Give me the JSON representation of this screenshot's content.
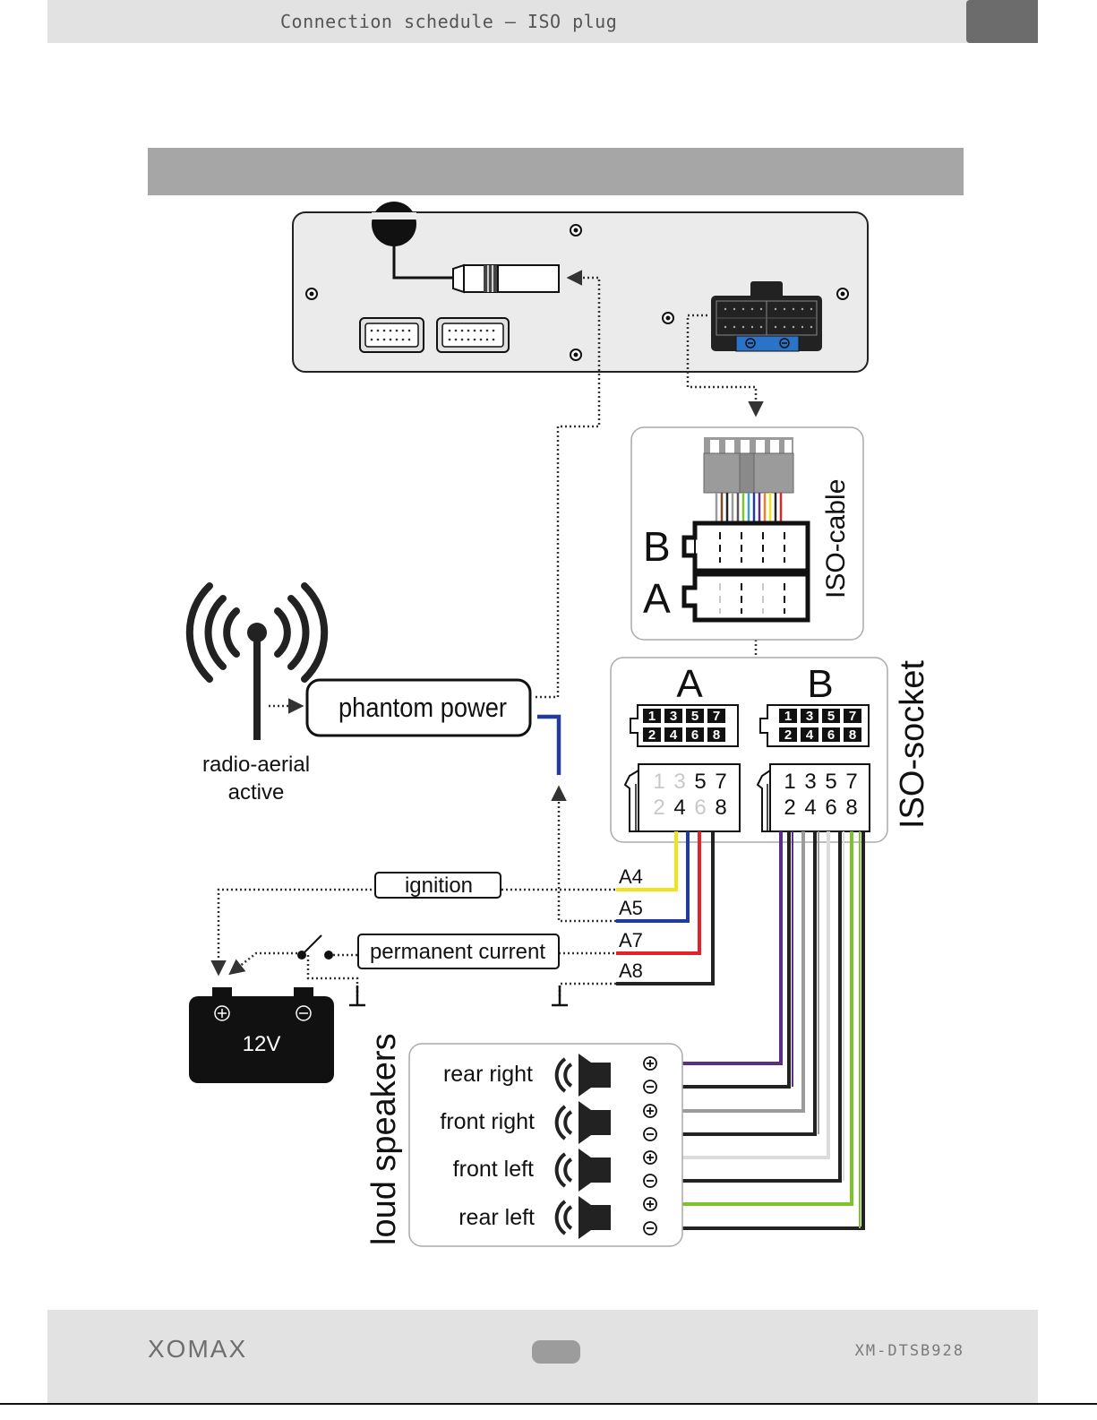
{
  "header": {
    "title": "Connection schedule – ISO plug"
  },
  "diagram": {
    "radio_aerial": {
      "line1": "radio-aerial",
      "line2": "active"
    },
    "phantom_power": "phantom power",
    "iso_cable": {
      "label": "ISO-cable",
      "b": "B",
      "a": "A"
    },
    "iso_socket": {
      "label": "ISO-socket",
      "a": "A",
      "b": "B",
      "pins_top": [
        "1",
        "3",
        "5",
        "7"
      ],
      "pins_bottom": [
        "2",
        "4",
        "6",
        "8"
      ]
    },
    "wires": {
      "ignition": "ignition",
      "permanent": "permanent current",
      "a4": "A4",
      "a5": "A5",
      "a7": "A7",
      "a8": "A8"
    },
    "battery": "12V",
    "speakers": {
      "title": "loud speakers",
      "items": [
        "rear right",
        "front right",
        "front left",
        "rear left"
      ]
    },
    "colors": {
      "yellow": "#f2e21a",
      "blue": "#233b9a",
      "red": "#e3232a",
      "black": "#222222",
      "purple": "#5b2d86",
      "grey": "#9b9b9b",
      "white": "#dcdcdc",
      "green": "#7cc42a"
    }
  },
  "footer": {
    "brand": "XOMAX",
    "model": "XM-DTSB928"
  }
}
